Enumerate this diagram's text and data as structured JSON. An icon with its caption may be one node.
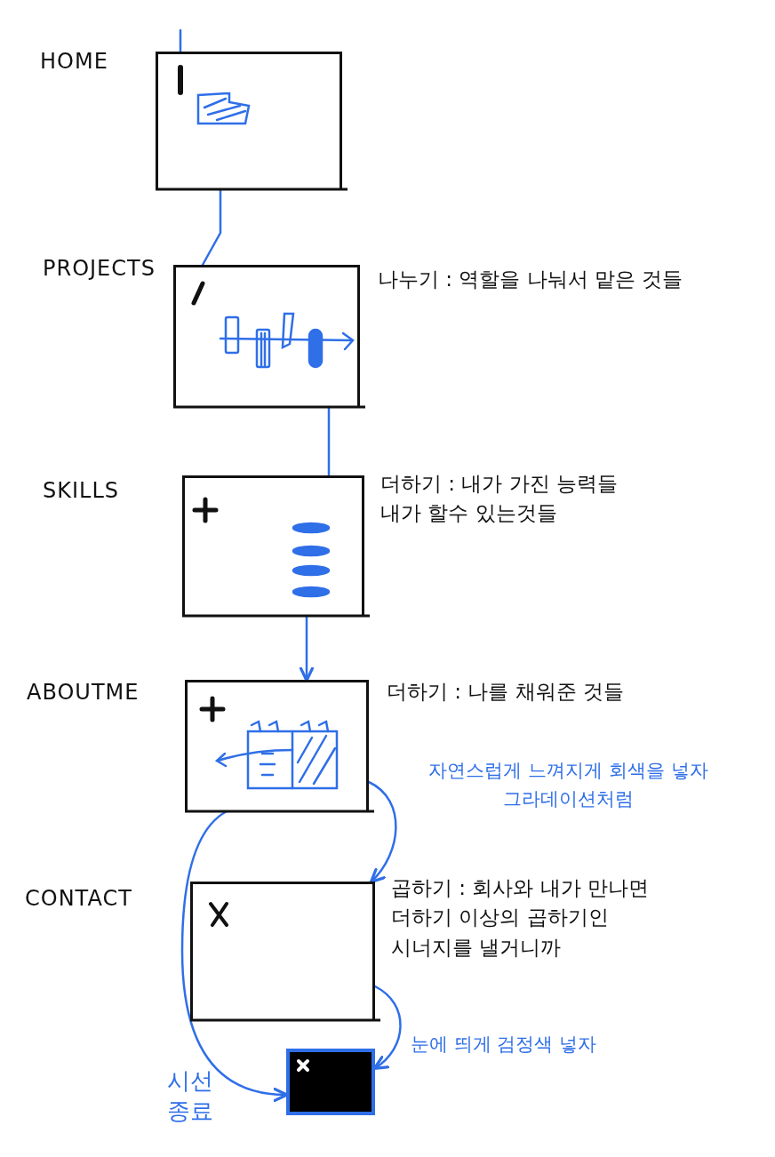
{
  "diagram": {
    "nodes": [
      {
        "text": [
          "HOME"
        ]
      },
      {
        "text": [
          "PROJECTS"
        ],
        "beside": [
          "나누기 : 역할을 나눠서 맡은 것들"
        ]
      },
      {
        "text": [
          "SKILLS"
        ],
        "beside": [
          "더하기 : 내가 가진 능력들 내가 할수 있는것들"
        ]
      },
      {
        "text": [
          "ABOUTME"
        ],
        "beside": [
          "더하기 : 나를 채워준 것들"
        ]
      },
      {
        "text": [
          "CONTACT"
        ],
        "beside": [
          "곱하기 : 회사와 내가 만나면 더하기 이상의 곱하기인 시너지를 낼거니까"
        ]
      },
      {
        "text": [],
        "shape": "box"
      }
    ],
    "edges": [
      {
        "from": null,
        "to": 0,
        "arrow": "none"
      },
      {
        "from": 0,
        "to": 1,
        "arrow": "none"
      },
      {
        "from": 1,
        "to": 2,
        "arrow": "none"
      },
      {
        "from": 2,
        "to": 3,
        "arrow": "to"
      },
      {
        "from": 3,
        "to": 5,
        "arrow": "to"
      },
      {
        "from": 3,
        "to": 4,
        "arrow": "to"
      },
      {
        "from": 4,
        "to": 5,
        "arrow": "to"
      }
    ],
    "labels": [
      "자연스럽게 느껴지게 회색을 넣자 그라데이션처럼",
      "눈에 띄게 검정색 넣자",
      "시선 종료"
    ]
  }
}
